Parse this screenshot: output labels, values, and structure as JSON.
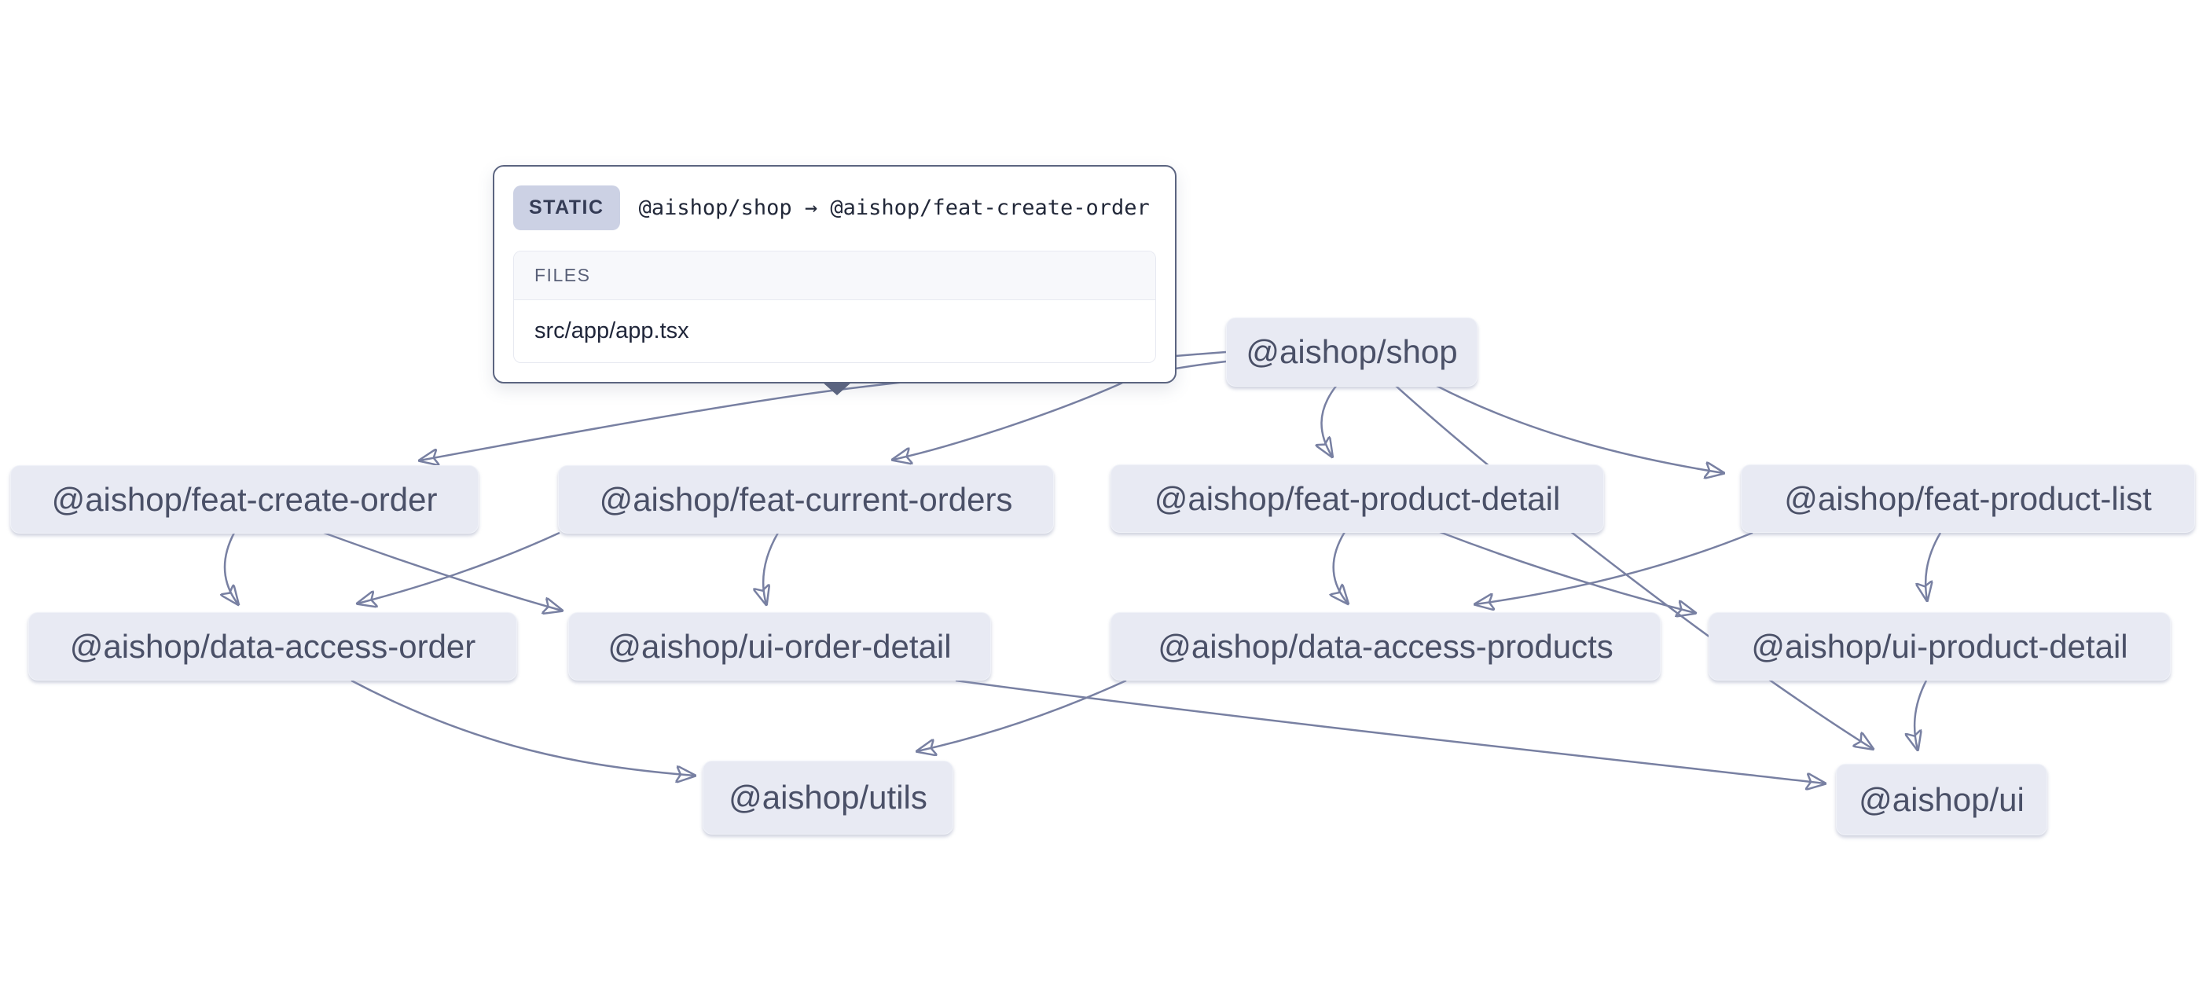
{
  "graph": {
    "nodes": [
      {
        "id": "shop",
        "label": "@aishop/shop"
      },
      {
        "id": "feat-create-order",
        "label": "@aishop/feat-create-order"
      },
      {
        "id": "feat-current-orders",
        "label": "@aishop/feat-current-orders"
      },
      {
        "id": "feat-product-detail",
        "label": "@aishop/feat-product-detail"
      },
      {
        "id": "feat-product-list",
        "label": "@aishop/feat-product-list"
      },
      {
        "id": "data-access-order",
        "label": "@aishop/data-access-order"
      },
      {
        "id": "ui-order-detail",
        "label": "@aishop/ui-order-detail"
      },
      {
        "id": "data-access-products",
        "label": "@aishop/data-access-products"
      },
      {
        "id": "ui-product-detail",
        "label": "@aishop/ui-product-detail"
      },
      {
        "id": "utils",
        "label": "@aishop/utils"
      },
      {
        "id": "ui",
        "label": "@aishop/ui"
      }
    ],
    "edges": [
      {
        "from": "shop",
        "to": "feat-create-order",
        "type": "static"
      },
      {
        "from": "shop",
        "to": "feat-current-orders",
        "type": "static"
      },
      {
        "from": "shop",
        "to": "feat-product-detail",
        "type": "static"
      },
      {
        "from": "shop",
        "to": "feat-product-list",
        "type": "static"
      },
      {
        "from": "shop",
        "to": "ui",
        "type": "static"
      },
      {
        "from": "feat-create-order",
        "to": "data-access-order",
        "type": "static"
      },
      {
        "from": "feat-create-order",
        "to": "ui-order-detail",
        "type": "static"
      },
      {
        "from": "feat-current-orders",
        "to": "data-access-order",
        "type": "static"
      },
      {
        "from": "feat-current-orders",
        "to": "ui-order-detail",
        "type": "static"
      },
      {
        "from": "feat-product-detail",
        "to": "data-access-products",
        "type": "static"
      },
      {
        "from": "feat-product-detail",
        "to": "ui-product-detail",
        "type": "static"
      },
      {
        "from": "feat-product-list",
        "to": "data-access-products",
        "type": "static"
      },
      {
        "from": "feat-product-list",
        "to": "ui-product-detail",
        "type": "static"
      },
      {
        "from": "data-access-order",
        "to": "utils",
        "type": "static"
      },
      {
        "from": "data-access-products",
        "to": "utils",
        "type": "static"
      },
      {
        "from": "ui-order-detail",
        "to": "ui",
        "type": "static"
      },
      {
        "from": "ui-product-detail",
        "to": "ui",
        "type": "static"
      }
    ]
  },
  "tooltip": {
    "type_label": "STATIC",
    "edge_label": "@aishop/shop → @aishop/feat-create-order",
    "files_header": "FILES",
    "files": [
      "src/app/app.tsx"
    ]
  },
  "colors": {
    "node_bg": "#e8eaf3",
    "node_text": "#4a5067",
    "edge": "#7880a2",
    "arrowhead": "#5f678a",
    "tooltip_border": "#5b6480",
    "badge_bg": "#ccd1e4",
    "badge_text": "#343b55"
  }
}
